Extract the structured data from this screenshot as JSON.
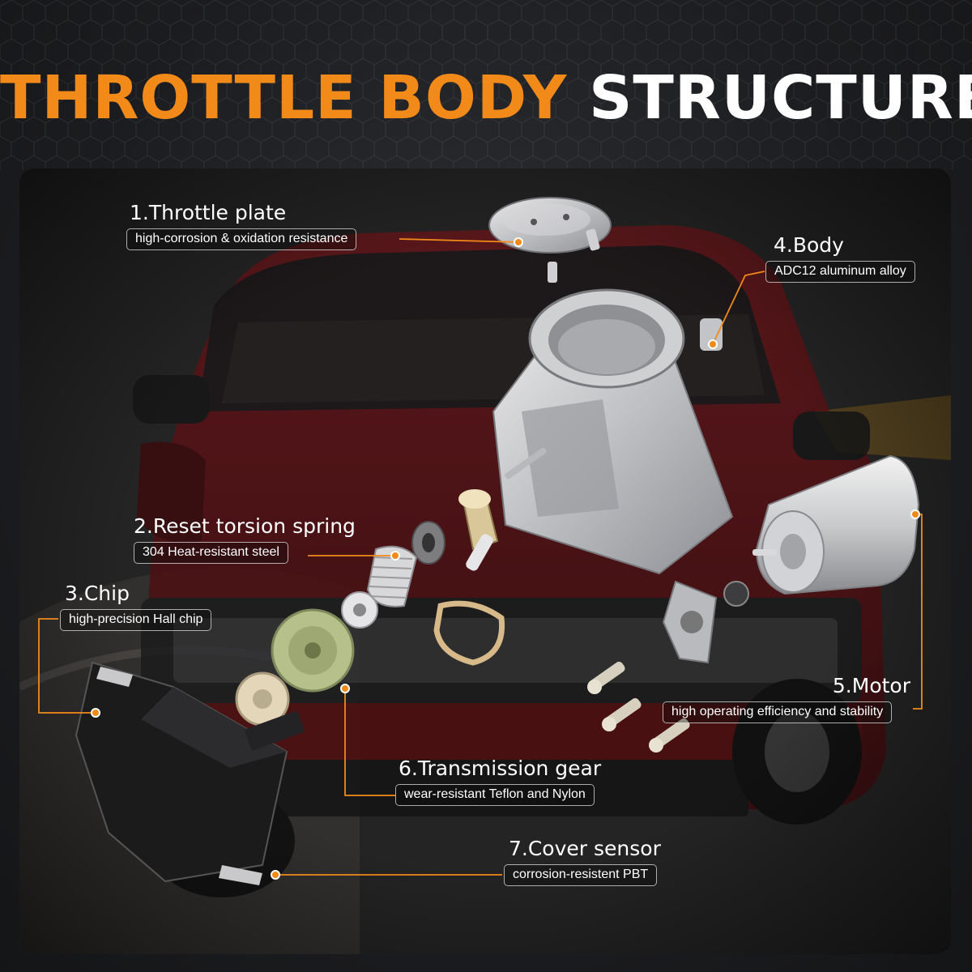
{
  "title": {
    "accent": "THROTTLE BODY",
    "main": "STRUCTURE"
  },
  "colors": {
    "accent": "#f28a1a",
    "text": "#ffffff",
    "background": "#1b1c1f",
    "car_red": "#8a1a1f"
  },
  "parts": [
    {
      "title": "1.Throttle plate",
      "desc": "high-corrosion & oxidation resistance"
    },
    {
      "title": "2.Reset torsion spring",
      "desc": "304 Heat-resistant steel"
    },
    {
      "title": "3.Chip",
      "desc": "high-precision Hall chip"
    },
    {
      "title": "4.Body",
      "desc": "ADC12 aluminum alloy"
    },
    {
      "title": "5.Motor",
      "desc": "high operating efficiency and stability"
    },
    {
      "title": "6.Transmission gear",
      "desc": "wear-resistant Teflon and Nylon"
    },
    {
      "title": "7.Cover sensor",
      "desc": "corrosion-resistent PBT"
    }
  ]
}
